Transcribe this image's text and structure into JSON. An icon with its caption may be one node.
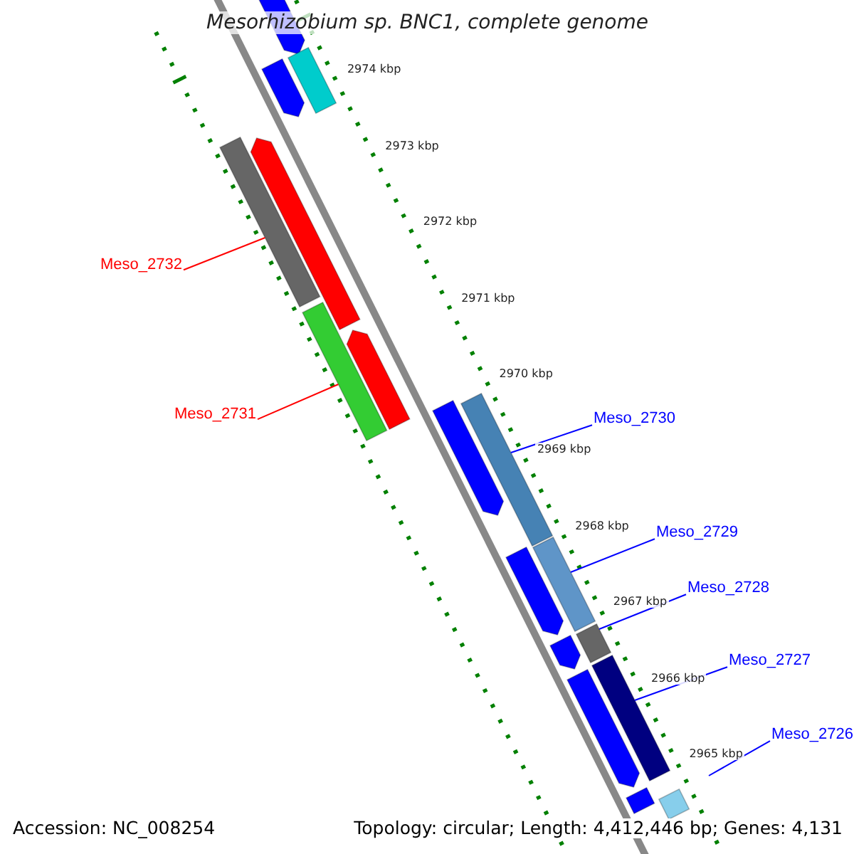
{
  "diagram": {
    "title": "Mesorhizobium sp. BNC1, complete genome",
    "nodes": [
      {
        "text": [
          "Meso_2732"
        ]
      },
      {
        "text": [],
        "shape": "bar"
      },
      {
        "text": [
          "Meso_2731"
        ]
      },
      {
        "text": [],
        "shape": "bar"
      },
      {
        "text": [
          "Meso_2730"
        ]
      },
      {
        "text": [],
        "shape": "bar"
      },
      {
        "text": [
          "Meso_2729"
        ]
      },
      {
        "text": [],
        "shape": "bar"
      },
      {
        "text": [
          "Meso_2728"
        ]
      },
      {
        "text": [],
        "shape": "bar"
      },
      {
        "text": [
          "Meso_2727"
        ]
      },
      {
        "text": [],
        "shape": "bar"
      },
      {
        "text": [
          "Meso_2726"
        ]
      },
      {
        "text": [],
        "shape": "bar"
      },
      {
        "text": [],
        "shape": "bar"
      },
      {
        "text": [],
        "shape": "bar"
      },
      {
        "text": [],
        "shape": "bar"
      },
      {
        "text": [],
        "shape": "bar"
      },
      {
        "text": [],
        "shape": "bar"
      },
      {
        "text": [],
        "shape": "bar"
      },
      {
        "text": [],
        "shape": "bar"
      },
      {
        "text": [],
        "shape": "bar"
      },
      {
        "text": [],
        "shape": "bar"
      },
      {
        "text": [],
        "shape": "bar"
      }
    ],
    "edges": [
      {
        "from": 0,
        "to": 1,
        "arrow": "none",
        "color": "#ff0000"
      },
      {
        "from": 2,
        "to": 3,
        "arrow": "none",
        "color": "#ff0000"
      },
      {
        "from": 4,
        "to": 5,
        "arrow": "none"
      },
      {
        "from": 6,
        "to": 7,
        "arrow": "none"
      },
      {
        "from": 8,
        "to": 9,
        "arrow": "none"
      },
      {
        "from": 10,
        "to": 11,
        "arrow": "none"
      },
      {
        "from": 12,
        "to": null,
        "arrow": "none"
      }
    ],
    "labels": [
      "2974 kbp",
      "2973 kbp",
      "2972 kbp",
      "2971 kbp",
      "2970 kbp",
      "2969 kbp",
      "2968 kbp",
      "2967 kbp",
      "2966 kbp",
      "2965 kbp",
      "Accession: NC_008254",
      "Topology: circular; Length: 4,412,446 bp; Genes: 4,131"
    ]
  }
}
